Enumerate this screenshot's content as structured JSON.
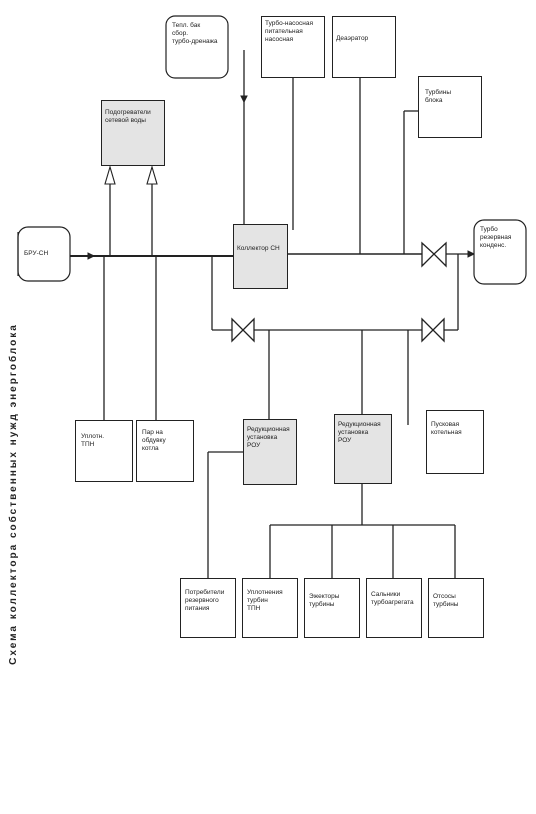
{
  "vertical_title": "Схема коллектора собственных нужд энергоблока",
  "nodes": {
    "bru_sn": "БРУ-СН",
    "tank_top_left": "Тепл. бак\nсбор.\nтурбо-дренажа",
    "box_top_center": "Турбо-насосная\nпитательная\nнасосная",
    "box_top_right": "Деаэратор",
    "box_right_upper": "Турбины\nблока",
    "box_upper_left_gray": "Подогреватели\nсетевой воды",
    "collector_gray": "Коллектор СН",
    "tank_right": "Турбо\nрезервная\nконденс.",
    "box_bottom_left1": "Уплотн.\nТПН",
    "box_bottom_left2": "Пар на\nобдувку\nкотла",
    "gray_mid_left": "Редукционная\nустановка\nРОУ",
    "gray_mid_right": "Редукционная\nустановка\nРОУ",
    "box_right_lower": "Пусковая\nкотельная",
    "box_b1": "Потребители\nрезервного\nпитания",
    "box_b2": "Уплотнения\nтурбин\nТПН",
    "box_b3": "Эжекторы\nтурбины",
    "box_b4": "Сальники\nтурбоагрегата",
    "box_b5": "Отсосы\nтурбины"
  }
}
